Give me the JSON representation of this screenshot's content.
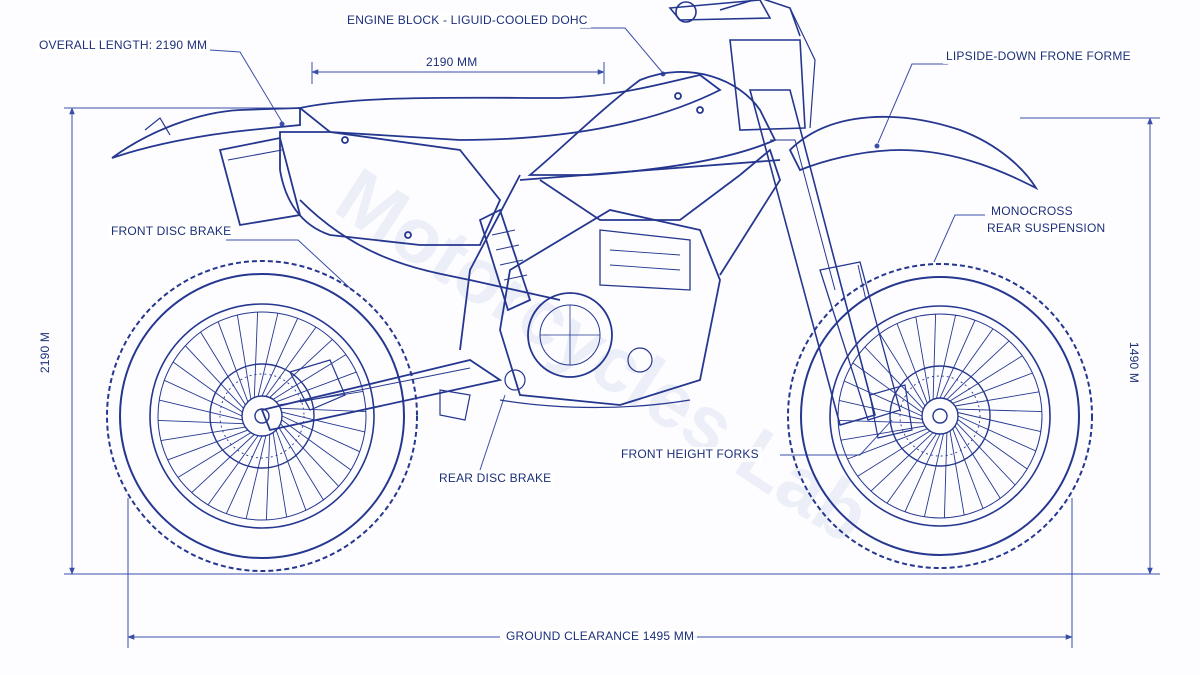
{
  "colors": {
    "line": "#25378f",
    "dim_line": "#3a4ea8",
    "background": "#fdfdff"
  },
  "labels": {
    "engine_block": "ENGINE BLOCK - LIGUID-COOLED DOHC",
    "overall_length": "OVERALL LENGTH: 2190 MM",
    "top_dimension": "2190 MM",
    "front_fork": "LIPSIDE-DOWN FRONE FORME",
    "front_disc_brake": "FRONT DISC BRAKE",
    "monocross_line1": "MONOCROSS",
    "monocross_line2": "REAR SUSPENSION",
    "left_height": "2190 M",
    "right_height": "1490 M",
    "front_height_forks": "FRONT HEIGHT FORKS",
    "rear_disc_brake": "REAR DISC BRAKE",
    "ground_clearance": "GROUND CLEARANCE 1495 MM"
  },
  "watermark": "Motorcycles Lab"
}
